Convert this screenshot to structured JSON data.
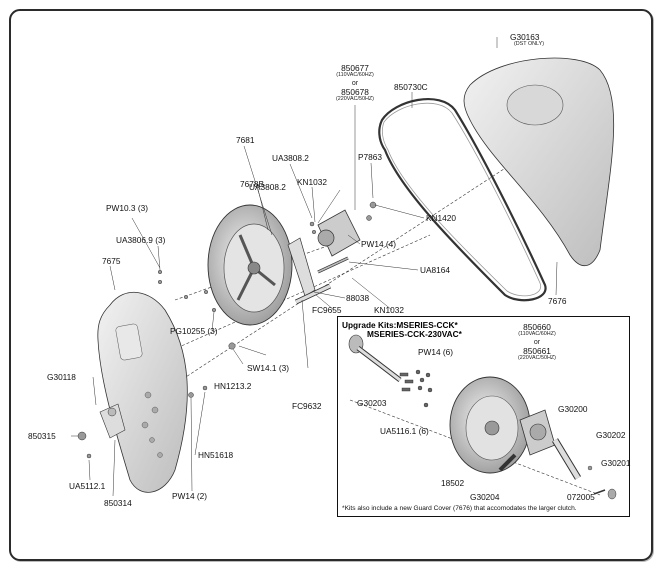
{
  "diagram": {
    "title": "Clutch guard exploded parts diagram",
    "parts": {
      "p850677": "850677",
      "p850677_spec": "(110VAC/60HZ)",
      "or1": "or",
      "p850678": "850678",
      "p850678_spec": "(220VAC/50HZ)",
      "G30163": "G30163",
      "G30163_note": "(DST ONLY)",
      "p850730C": "850730C",
      "P7863": "P7863",
      "p7681": "7681",
      "UA3808_2a": "UA3808.2",
      "UA3808_2b": "UA3808.2",
      "KN1032a": "KN1032",
      "KN1420": "KN1420",
      "p7678B": "7678B",
      "PW10_3": "PW10.3 (3)",
      "UA3806_9": "UA3806.9 (3)",
      "PW14_4": "PW14 (4)",
      "p7675": "7675",
      "UA8164": "UA8164",
      "p88038": "88038",
      "KN1032b": "KN1032",
      "FC9655": "FC9655",
      "p7676": "7676",
      "PG10255": "PG10255 (3)",
      "SW14_1": "SW14.1 (3)",
      "HN1213_2": "HN1213.2",
      "G30118": "G30118",
      "FC9632": "FC9632",
      "p850315": "850315",
      "HN51618": "HN51618",
      "PW14_2": "PW14 (2)",
      "UA5112_1": "UA5112.1",
      "p850314": "850314"
    },
    "upgrade": {
      "title_line1": "Upgrade Kits:MSERIES-CCK*",
      "title_line2": "MSERIES-CCK-230VAC*",
      "p850660": "850660",
      "p850660_spec": "(110VAC/60HZ)",
      "or2": "or",
      "p850661": "850661",
      "p850661_spec": "(220VAC/50HZ)",
      "PW14_6": "PW14 (6)",
      "G30203": "G30203",
      "UA5116_1": "UA5116.1 (6)",
      "G30200": "G30200",
      "G30202": "G30202",
      "G30201": "G30201",
      "p18502": "18502",
      "G30204": "G30204",
      "p072005": "072005",
      "footnote": "*Kits also include a new Guard Cover (7676) that accomodates the larger clutch."
    }
  }
}
